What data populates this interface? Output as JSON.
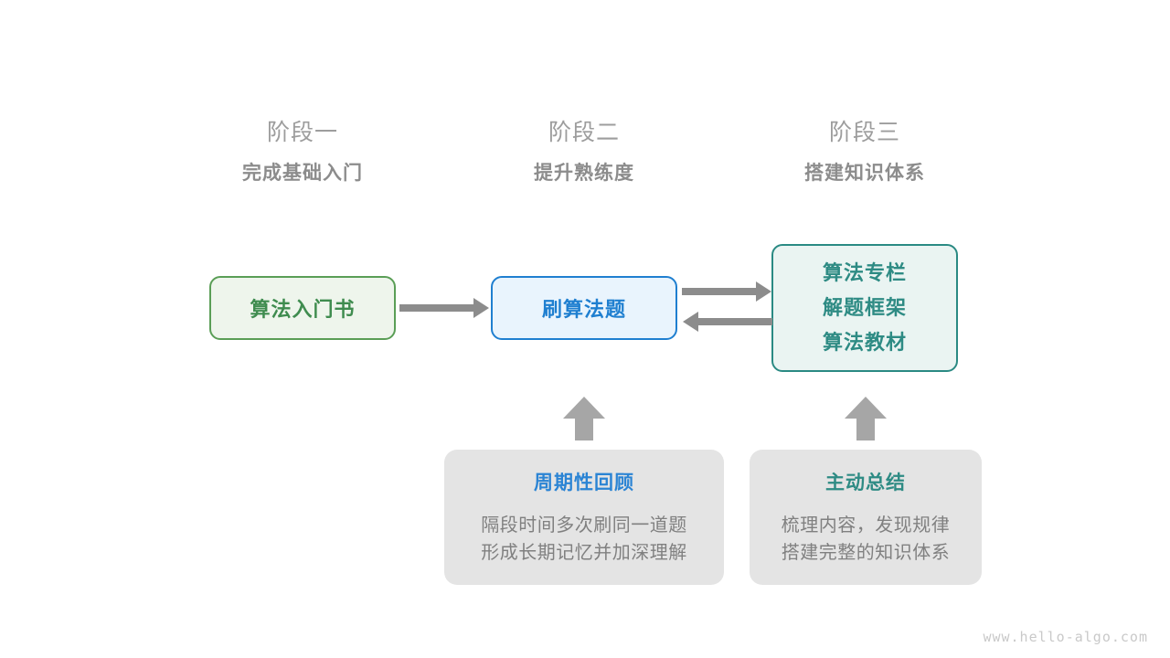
{
  "stages": [
    {
      "title": "阶段一",
      "subtitle": "完成基础入门"
    },
    {
      "title": "阶段二",
      "subtitle": "提升熟练度"
    },
    {
      "title": "阶段三",
      "subtitle": "搭建知识体系"
    }
  ],
  "nodes": {
    "book": {
      "label": "算法入门书"
    },
    "practice": {
      "label": "刷算法题"
    },
    "resources": {
      "line1": "算法专栏",
      "line2": "解题框架",
      "line3": "算法教材"
    }
  },
  "notes": [
    {
      "title": "周期性回顾",
      "line1": "隔段时间多次刷同一道题",
      "line2": "形成长期记忆并加深理解"
    },
    {
      "title": "主动总结",
      "line1": "梳理内容，发现规律",
      "line2": "搭建完整的知识体系"
    }
  ],
  "watermark": "www.hello-algo.com",
  "colors": {
    "green": "#3f8c4f",
    "blue": "#1f7fd0",
    "teal": "#2e8b84",
    "gray_arrow": "#8c8c8c",
    "gray_text": "#808080",
    "card_bg": "#e4e4e4"
  }
}
